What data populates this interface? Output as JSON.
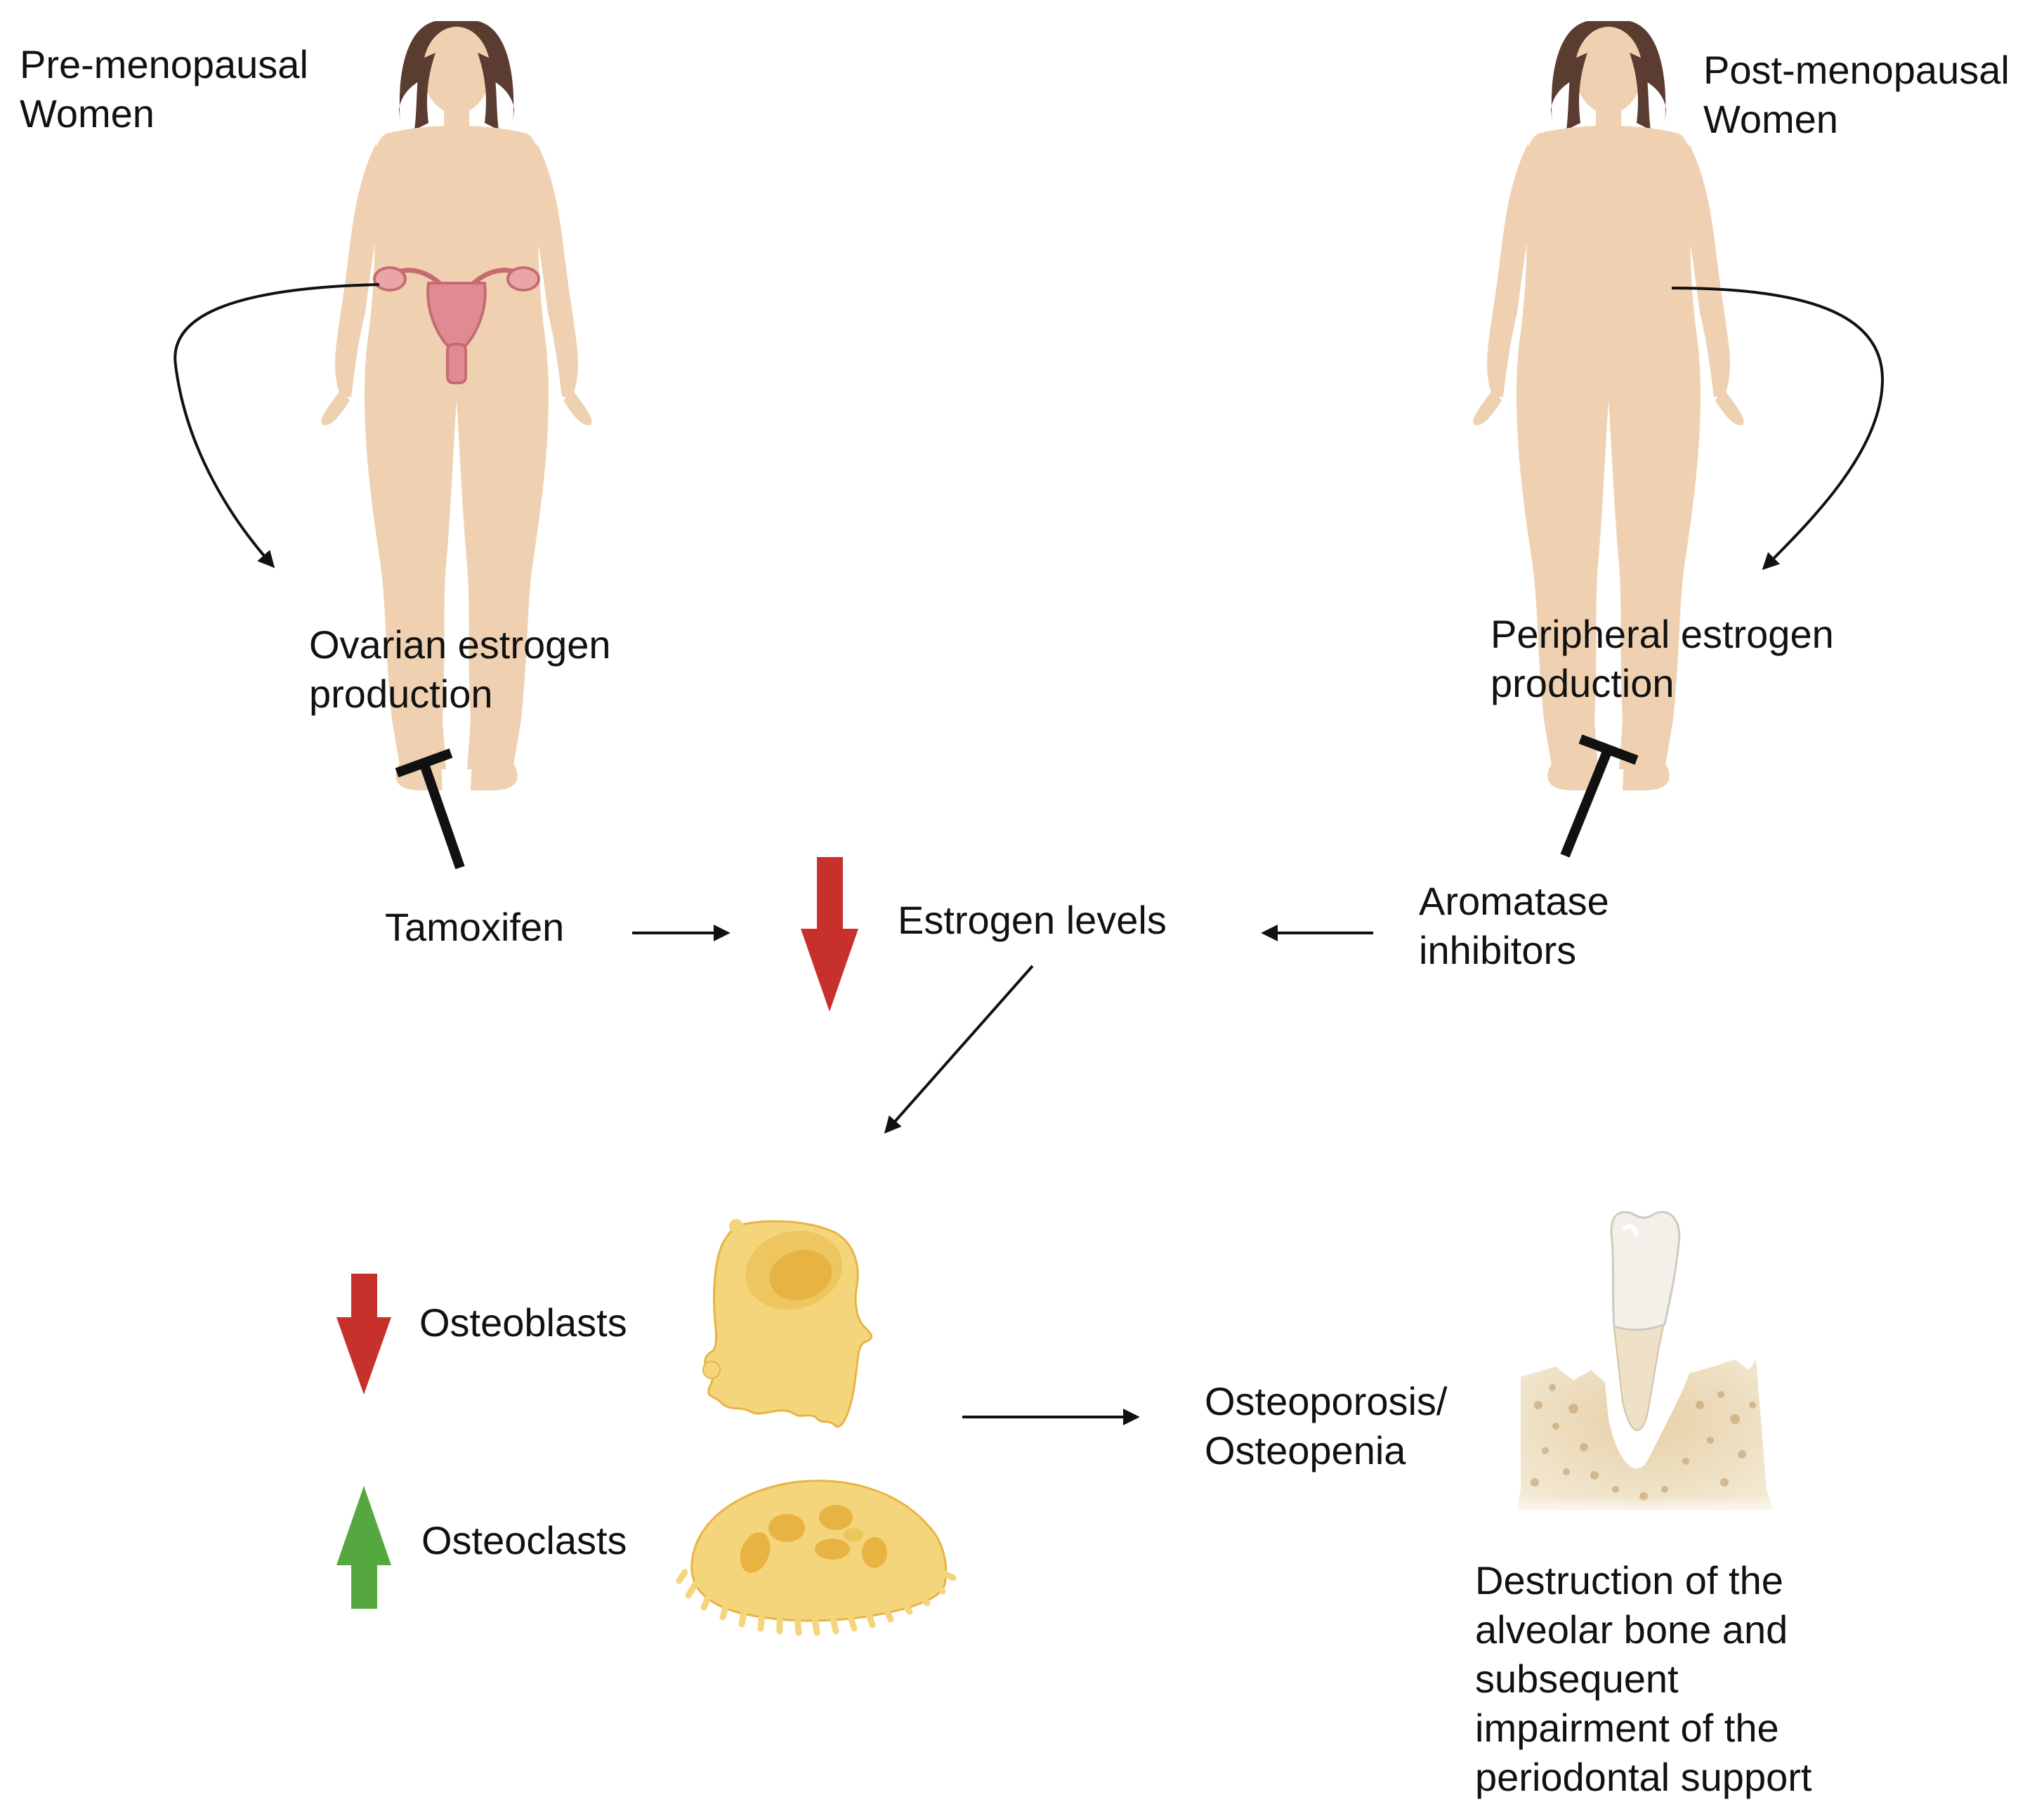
{
  "texts": {
    "pre_menopausal": [
      "Pre-menopausal",
      "Women"
    ],
    "post_menopausal": [
      "Post-menopausal",
      "Women"
    ],
    "ovarian": [
      "Ovarian estrogen",
      "production"
    ],
    "peripheral": [
      "Peripheral estrogen",
      "production"
    ],
    "tamoxifen": "Tamoxifen",
    "estrogen_levels": "Estrogen levels",
    "aromatase": [
      "Aromatase",
      "inhibitors"
    ],
    "osteoblasts": "Osteoblasts",
    "osteoclasts": "Osteoclasts",
    "osteoporosis": [
      "Osteoporosis/",
      "Osteopenia"
    ],
    "destruction": [
      "Destruction of the",
      "alveolar bone and",
      "subsequent",
      "impairment of the",
      "periodontal support"
    ]
  },
  "colors": {
    "decrease_arrow": "#c8302c",
    "increase_arrow": "#55a83f",
    "skin": "#efd1b1",
    "hair": "#5a3d30",
    "cell_fill": "#f5d57c",
    "cell_nucleus": "#e7b443",
    "bone": "#ead8b4",
    "tooth": "#f3f0ea"
  },
  "icons": {
    "figure_pre": "female-body-with-uterus",
    "figure_post": "female-body",
    "osteoblast": "osteoblast-cell",
    "osteoclast": "osteoclast-cell",
    "tooth_bone": "tooth-in-alveolar-bone"
  }
}
